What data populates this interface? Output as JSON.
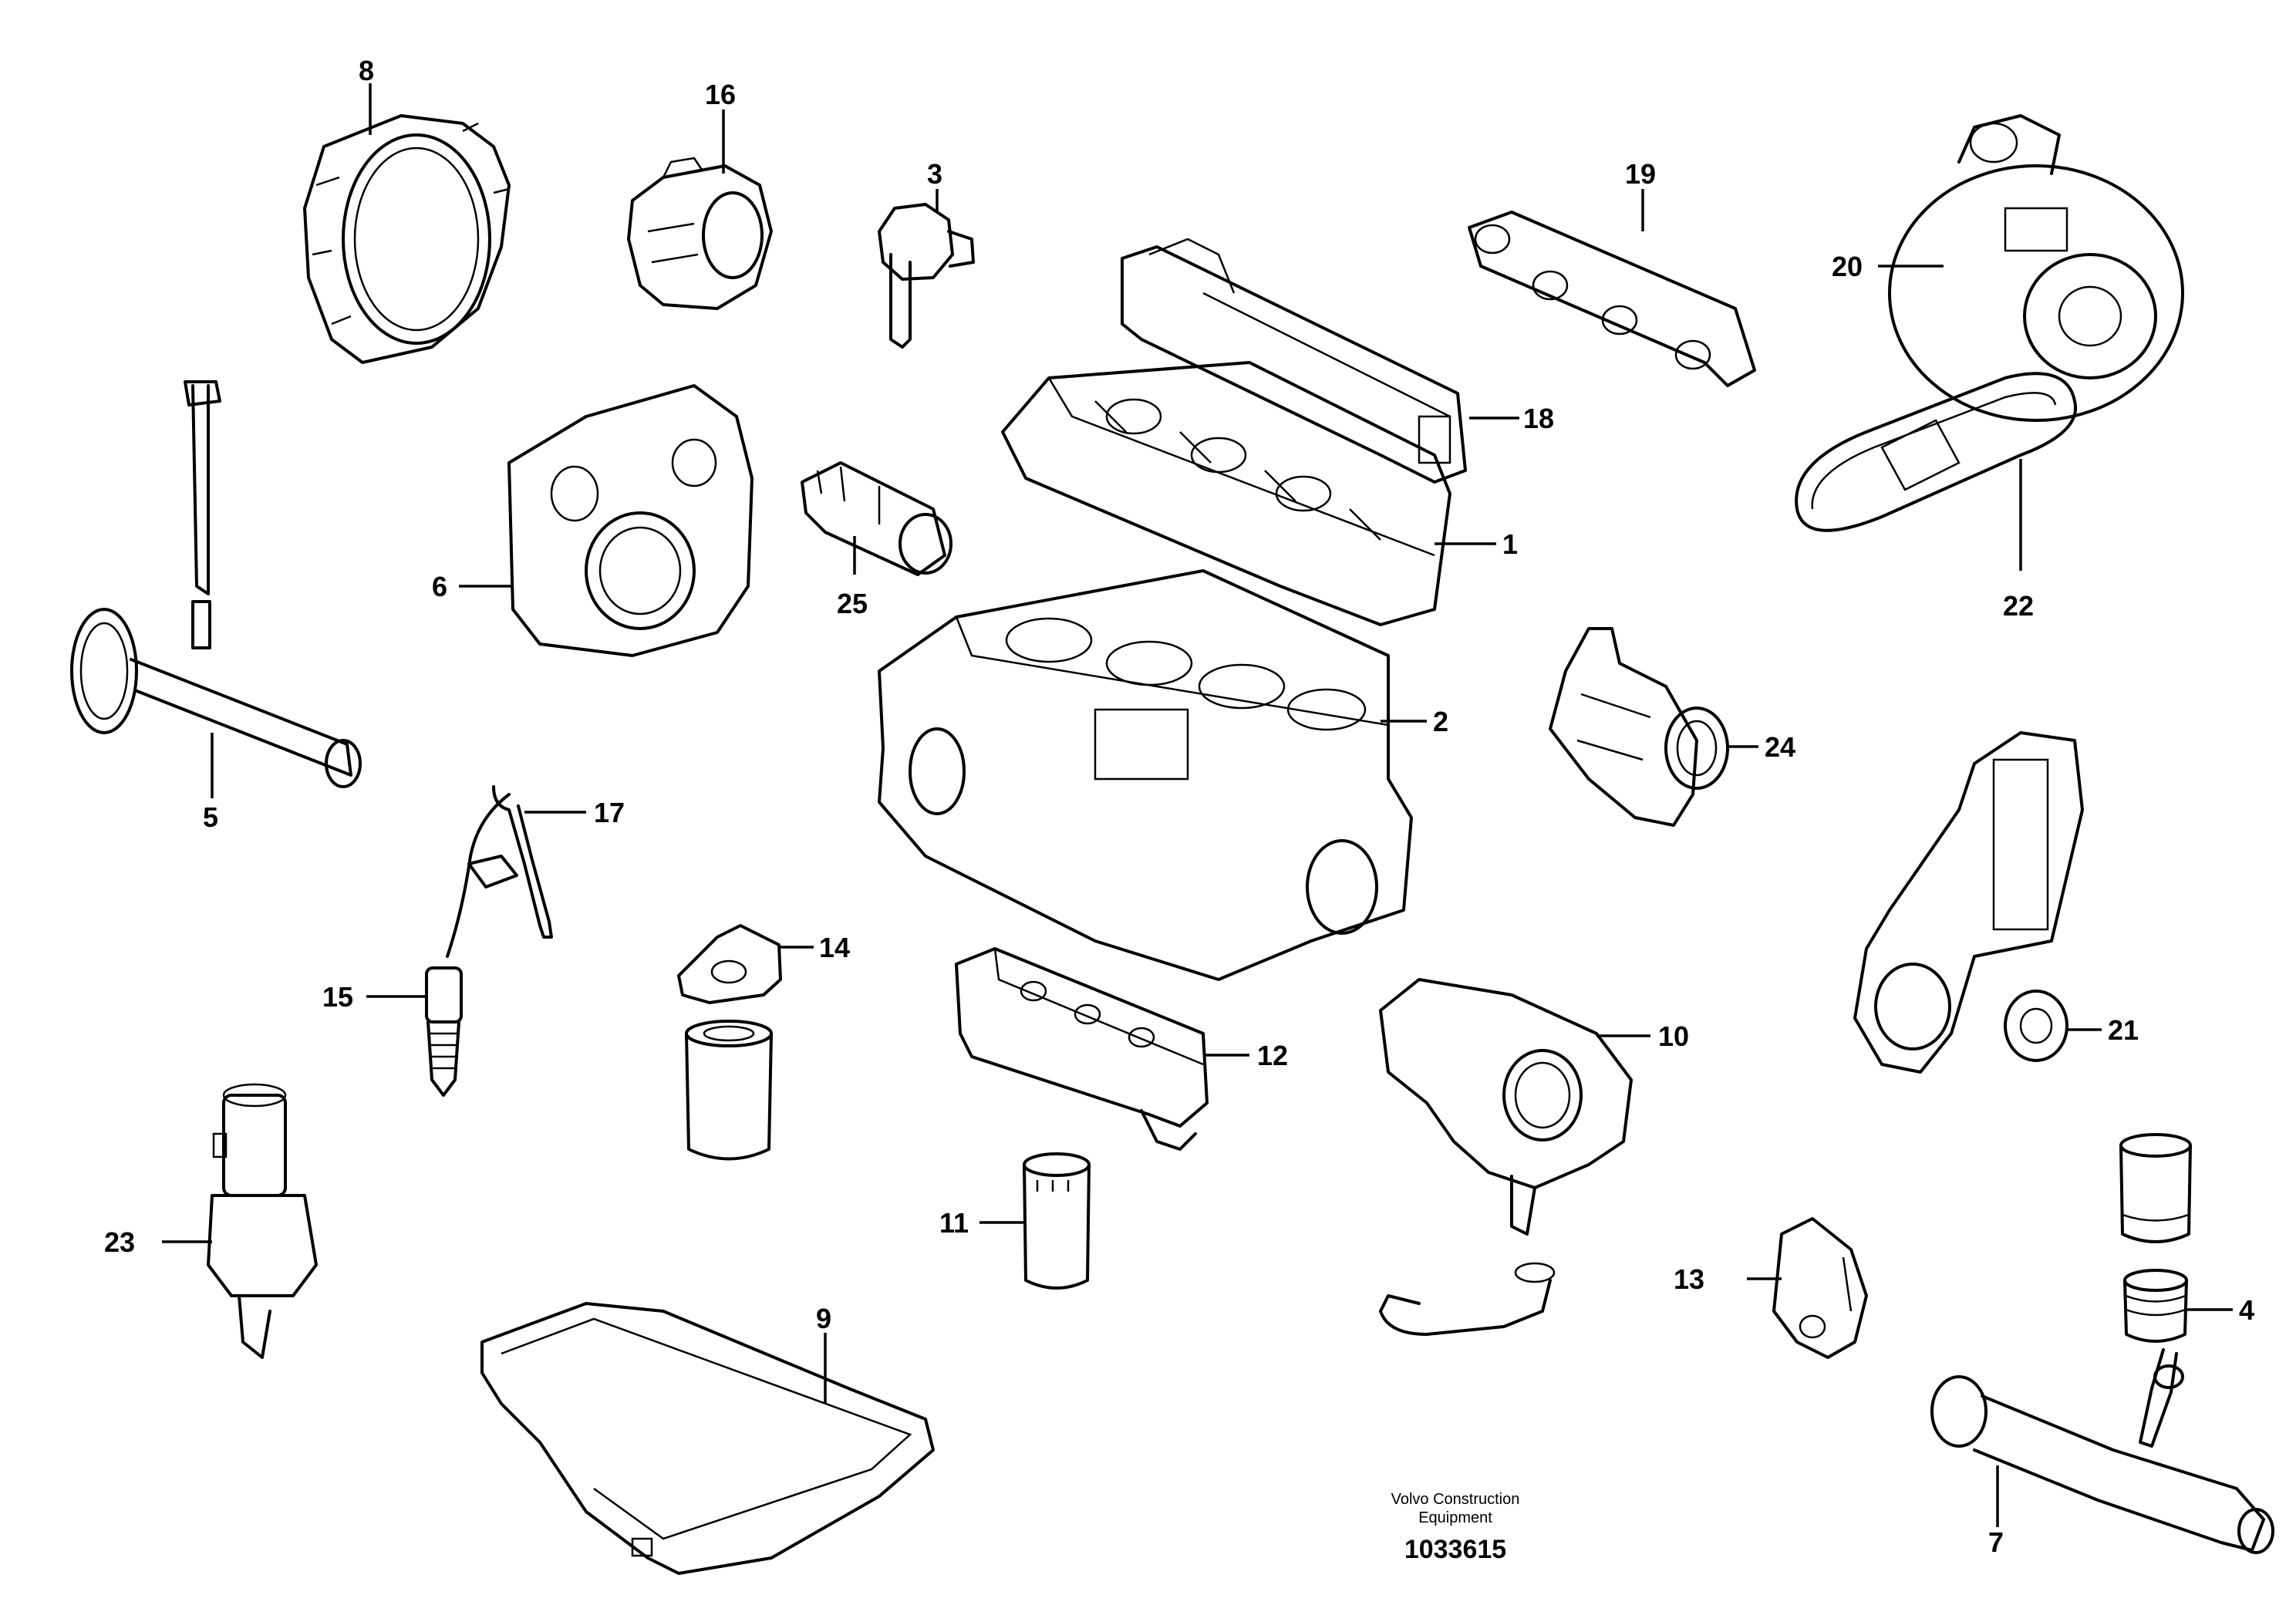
{
  "callouts": [
    "1",
    "2",
    "3",
    "4",
    "5",
    "6",
    "7",
    "8",
    "9",
    "10",
    "11",
    "12",
    "13",
    "14",
    "15",
    "16",
    "17",
    "18",
    "19",
    "20",
    "21",
    "22",
    "23",
    "24",
    "25"
  ],
  "caption": {
    "line1": "Volvo Construction",
    "line2": "Equipment"
  },
  "document_number": "1033615"
}
